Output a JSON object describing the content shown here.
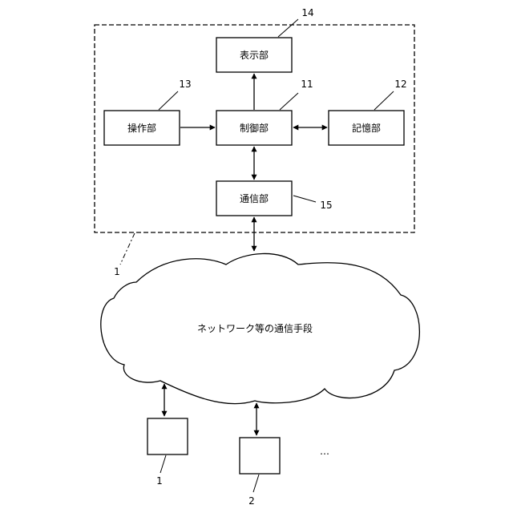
{
  "device": {
    "ref": "1",
    "blocks": {
      "display": {
        "label": "表示部",
        "ref": "14"
      },
      "control": {
        "label": "制御部",
        "ref": "11"
      },
      "operation": {
        "label": "操作部",
        "ref": "13"
      },
      "storage": {
        "label": "記憶部",
        "ref": "12"
      },
      "comm": {
        "label": "通信部",
        "ref": "15"
      }
    }
  },
  "network": {
    "label": "ネットワーク等の通信手段"
  },
  "terminals": [
    {
      "ref": "1"
    },
    {
      "ref": "2"
    }
  ],
  "ellipsis": "…"
}
